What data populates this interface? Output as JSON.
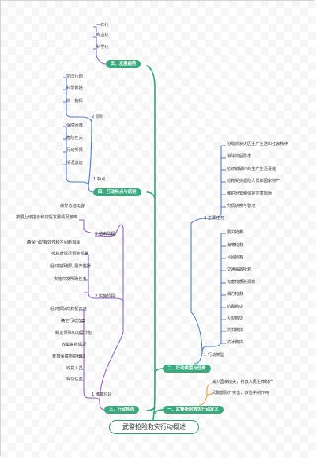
{
  "root": "武警抢险救灾行动概述",
  "branch1": {
    "label": "一、武警抢险救灾行动定义",
    "items": [
      "减少国家损失，抢救人民生命财产",
      "武警部队开突击、救险中的作用"
    ]
  },
  "branch2": {
    "label": "二、行动类型与任务",
    "group1": {
      "label": "1  行动类型",
      "items": [
        "震灾抢救",
        "海啸抢救",
        "台风抢救",
        "交通事故抢救",
        "有害物质泄漏救",
        "塌方抢救",
        "防震救灾",
        "火灾救灾",
        "抗洪救灾",
        "抗冰救灾"
      ]
    },
    "group2": {
      "label": "2  主要任务",
      "items": [
        "协助恢复灾区生产生活和社会秩序",
        "消除灾后隐患",
        "抢修被破坏的生产生活设施",
        "抢救受灾遇险人员和国家财产",
        "维护治安和保护灾害现场",
        "灾情侦察与警戒"
      ]
    }
  },
  "branch3": {
    "label": "三、行动阶段",
    "group1": {
      "label": "1  准备阶段",
      "items": [
        "受领任务",
        "收拢人员",
        "筹措保障物资器材",
        "收集掌握情况",
        "制定保障和协同计划",
        "确定行动方案",
        "组织部队向救援开进"
      ]
    },
    "group2": {
      "label": "2  实施阶段",
      "items": [
        "实施开发明确任务",
        "组织指挥部队展开救援",
        "按救援情况调整部署",
        "确保行动有效性和不间断指挥"
      ]
    },
    "group3": {
      "label": "3  结束阶段",
      "items": [
        "按照上级指示和灾情发展情况撤离",
        "做好总结工作"
      ]
    }
  },
  "branch4": {
    "label": "四、行动特点与原则",
    "group1": {
      "label": "1  特点",
      "items": [
        "情况急迫",
        "行动受限",
        "危险性大",
        "保障困难"
      ]
    },
    "group2": {
      "label": "2  原则",
      "items": [
        "统一指挥",
        "科学救援",
        "协同行动"
      ]
    }
  },
  "branch5": {
    "label": "五、发展趋势",
    "items": [
      "科学化",
      "专业化",
      "一体化"
    ]
  },
  "colors": {
    "accent": "#3aa97d",
    "line_green": "#2fa67a",
    "line_blue": "#4a7fd4",
    "line_purple": "#8f63c9",
    "line_orange": "#e3a23b"
  }
}
